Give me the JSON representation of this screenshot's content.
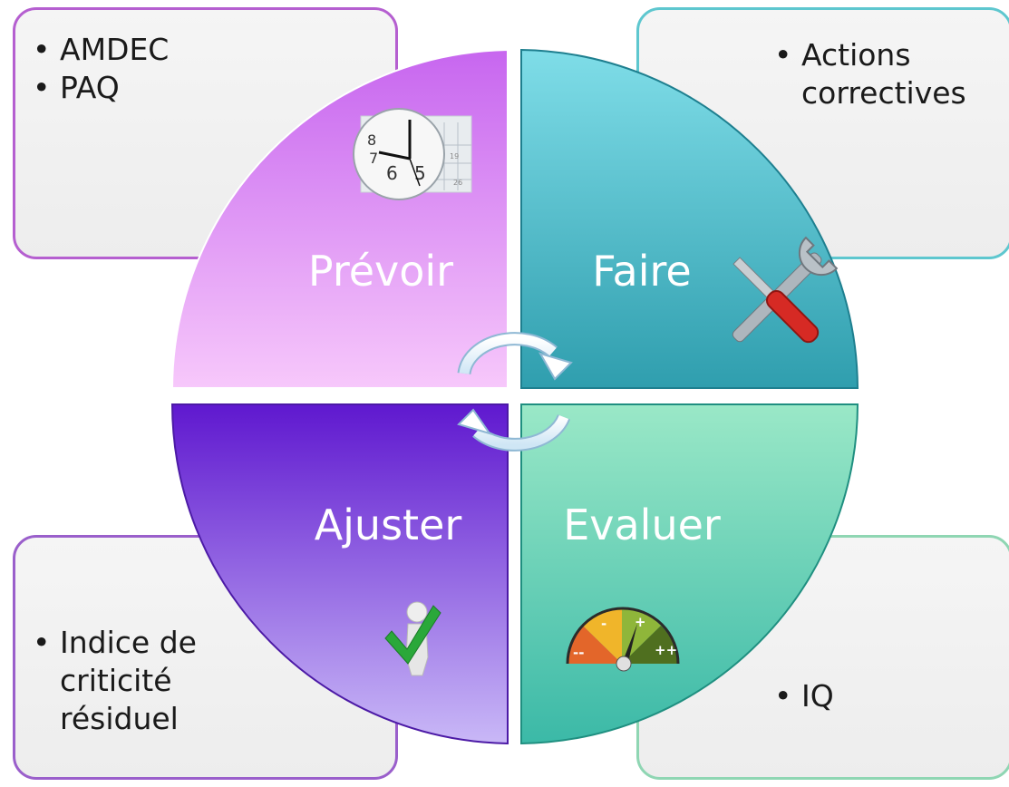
{
  "quadrants": {
    "prevoir": "Prévoir",
    "faire": "Faire",
    "ajuster": "Ajuster",
    "evaluer": "Evaluer"
  },
  "boxes": {
    "top_left": {
      "items": [
        "AMDEC",
        "PAQ"
      ]
    },
    "top_right": {
      "items": [
        "Actions correctives"
      ]
    },
    "bottom_left": {
      "items": [
        "Indice de criticité résiduel"
      ]
    },
    "bottom_right": {
      "items": [
        "IQ"
      ]
    }
  },
  "gauge": {
    "labels": [
      "--",
      "-",
      "+",
      "++"
    ]
  },
  "colors": {
    "prevoir": "#d47ff0",
    "faire": "#4dbccc",
    "ajuster": "#7b3fd6",
    "evaluer": "#6ed8b0"
  },
  "icons": {
    "prevoir": "clock-calendar-icon",
    "faire": "wrench-screwdriver-icon",
    "ajuster": "figure-checkmark-icon",
    "evaluer": "gauge-icon",
    "center": "circular-arrows-icon"
  }
}
